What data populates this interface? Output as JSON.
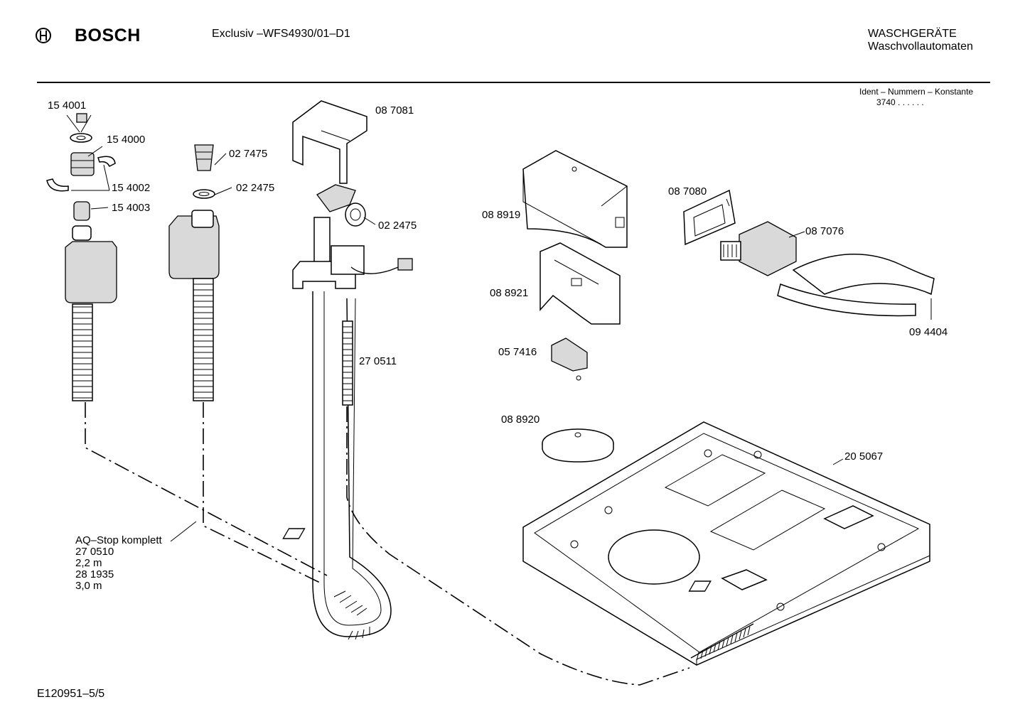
{
  "header": {
    "brand": "BOSCH",
    "model": "Exclusiv –WFS4930/01–D1",
    "category": "WASCHGERÄTE",
    "subcategory": "Waschvollautomaten",
    "ident_label": "Ident – Nummern – Konstante",
    "ident_value": "3740 . .   . . . ."
  },
  "parts": {
    "p154001": "15 4001",
    "p154000": "15 4000",
    "p154002": "15 4002",
    "p154003": "15 4003",
    "p027475": "02 7475",
    "p022475a": "02 2475",
    "p087081": "08 7081",
    "p022475b": "02 2475",
    "p270511": "27 0511",
    "p088919": "08 8919",
    "p088921": "08 8921",
    "p057416": "05 7416",
    "p088920": "08 8920",
    "p087080": "08 7080",
    "p087076": "08 7076",
    "p094404": "09 4404",
    "p205067": "20 5067"
  },
  "aqstop": {
    "line1": "AQ–Stop komplett",
    "line2": "27 0510",
    "line3": "2,2 m",
    "line4": "28 1935",
    "line5": "3,0 m"
  },
  "footer": {
    "code": "E120951–5/5"
  }
}
